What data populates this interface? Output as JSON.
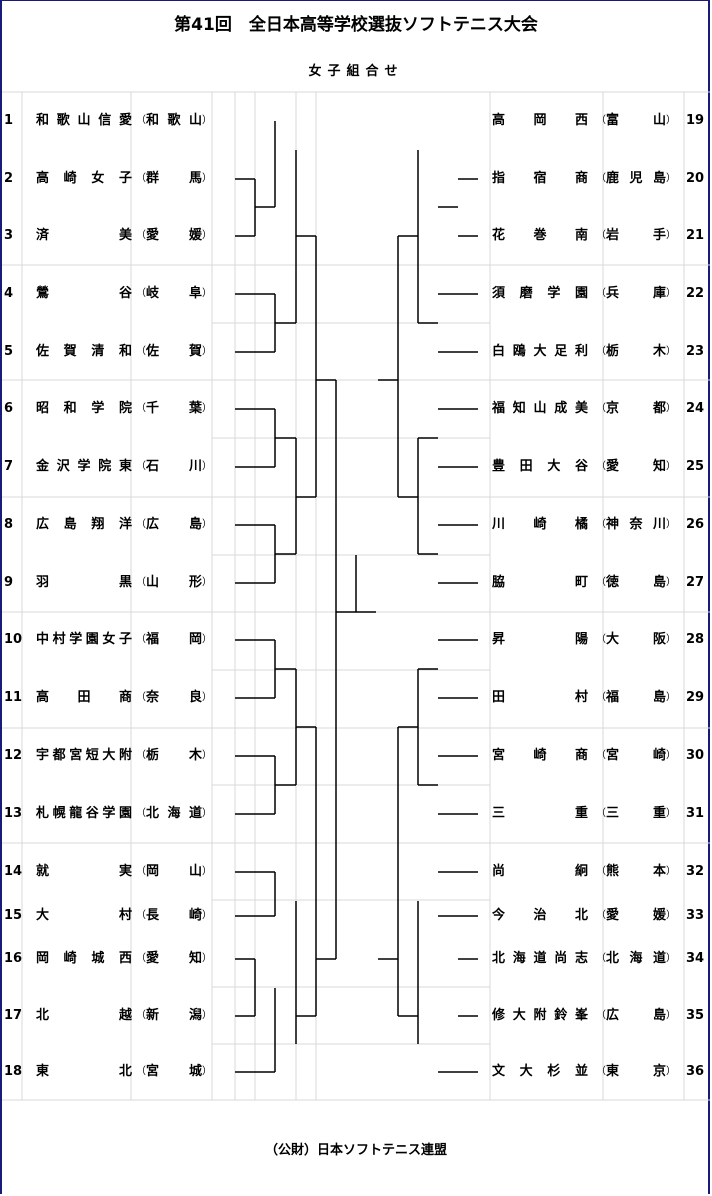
{
  "title": "第41回　全日本高等学校選抜ソフトテニス大会",
  "subtitle": "女子組合せ",
  "footer": "（公財）日本ソフトテニス連盟",
  "colors": {
    "border": "#1a1a7a",
    "grid": "#d9d9d9",
    "line": "#000000"
  },
  "left_entries": [
    {
      "no": "1",
      "school": "和歌山信愛",
      "pref": "和歌山"
    },
    {
      "no": "2",
      "school": "高崎女子",
      "pref": "群馬"
    },
    {
      "no": "3",
      "school": "済美",
      "pref": "愛媛"
    },
    {
      "no": "4",
      "school": "鶯谷",
      "pref": "岐阜"
    },
    {
      "no": "5",
      "school": "佐賀清和",
      "pref": "佐賀"
    },
    {
      "no": "6",
      "school": "昭和学院",
      "pref": "千葉"
    },
    {
      "no": "7",
      "school": "金沢学院東",
      "pref": "石川"
    },
    {
      "no": "8",
      "school": "広島翔洋",
      "pref": "広島"
    },
    {
      "no": "9",
      "school": "羽黒",
      "pref": "山形"
    },
    {
      "no": "10",
      "school": "中村学園女子",
      "pref": "福岡"
    },
    {
      "no": "11",
      "school": "高田商",
      "pref": "奈良"
    },
    {
      "no": "12",
      "school": "宇都宮短大附",
      "pref": "栃木"
    },
    {
      "no": "13",
      "school": "札幌龍谷学園",
      "pref": "北海道"
    },
    {
      "no": "14",
      "school": "就実",
      "pref": "岡山"
    },
    {
      "no": "15",
      "school": "大村",
      "pref": "長崎"
    },
    {
      "no": "16",
      "school": "岡崎城西",
      "pref": "愛知"
    },
    {
      "no": "17",
      "school": "北越",
      "pref": "新潟"
    },
    {
      "no": "18",
      "school": "東北",
      "pref": "宮城"
    }
  ],
  "right_entries": [
    {
      "no": "19",
      "school": "高岡西",
      "pref": "富山"
    },
    {
      "no": "20",
      "school": "指宿商",
      "pref": "鹿児島"
    },
    {
      "no": "21",
      "school": "花巻南",
      "pref": "岩手"
    },
    {
      "no": "22",
      "school": "須磨学園",
      "pref": "兵庫"
    },
    {
      "no": "23",
      "school": "白鴎大足利",
      "pref": "栃木"
    },
    {
      "no": "24",
      "school": "福知山成美",
      "pref": "京都"
    },
    {
      "no": "25",
      "school": "豊田大谷",
      "pref": "愛知"
    },
    {
      "no": "26",
      "school": "川崎橘",
      "pref": "神奈川"
    },
    {
      "no": "27",
      "school": "脇町",
      "pref": "徳島"
    },
    {
      "no": "28",
      "school": "昇陽",
      "pref": "大阪"
    },
    {
      "no": "29",
      "school": "田村",
      "pref": "福島"
    },
    {
      "no": "30",
      "school": "宮崎商",
      "pref": "宮崎"
    },
    {
      "no": "31",
      "school": "三重",
      "pref": "三重"
    },
    {
      "no": "32",
      "school": "尚絅",
      "pref": "熊本"
    },
    {
      "no": "33",
      "school": "今治北",
      "pref": "愛媛"
    },
    {
      "no": "34",
      "school": "北海道尚志",
      "pref": "北海道"
    },
    {
      "no": "35",
      "school": "修大附鈴峯",
      "pref": "広島"
    },
    {
      "no": "36",
      "school": "文大杉並",
      "pref": "東京"
    }
  ]
}
